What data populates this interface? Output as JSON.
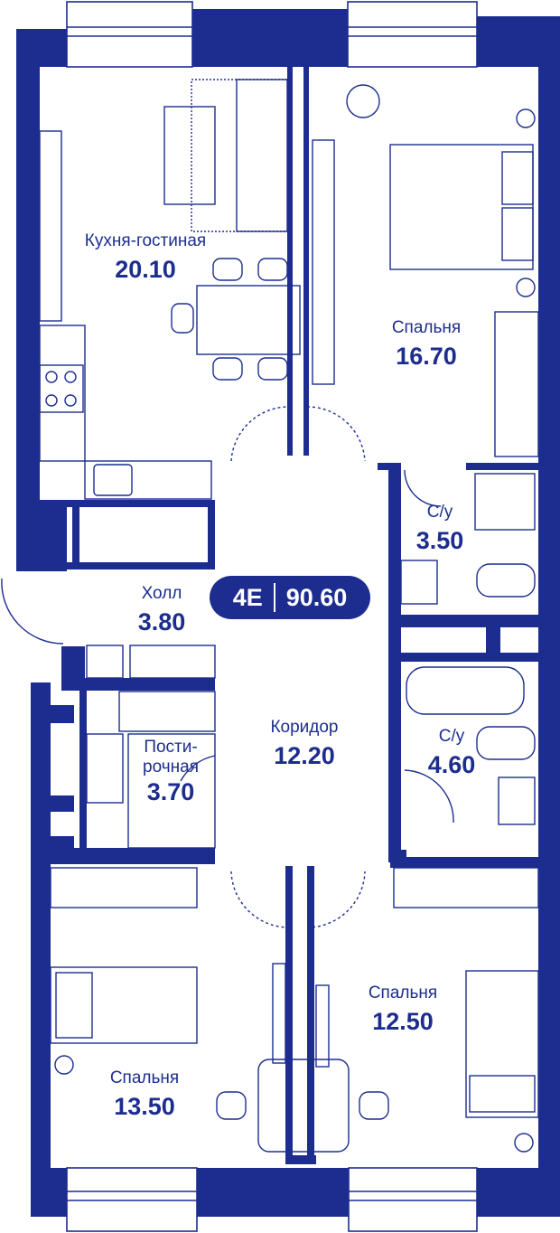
{
  "colors": {
    "wall": "#1c2d8f",
    "furniture": "#1c2d8f",
    "background": "#ffffff",
    "badge_text": "#ffffff"
  },
  "apartment": {
    "type_label": "4E",
    "total_area": "90.60"
  },
  "rooms": {
    "kitchen": {
      "name": "Кухня-гостиная",
      "area": "20.10"
    },
    "bedroom_top": {
      "name": "Спальня",
      "area": "16.70"
    },
    "bath_small": {
      "name": "С/у",
      "area": "3.50"
    },
    "hall": {
      "name": "Холл",
      "area": "3.80"
    },
    "corridor": {
      "name": "Коридор",
      "area": "12.20"
    },
    "bath_big": {
      "name": "С/у",
      "area": "4.60"
    },
    "laundry": {
      "name_line1": "Пости-",
      "name_line2": "рочная",
      "area": "3.70"
    },
    "bedroom_right": {
      "name": "Спальня",
      "area": "12.50"
    },
    "bedroom_left": {
      "name": "Спальня",
      "area": "13.50"
    }
  }
}
